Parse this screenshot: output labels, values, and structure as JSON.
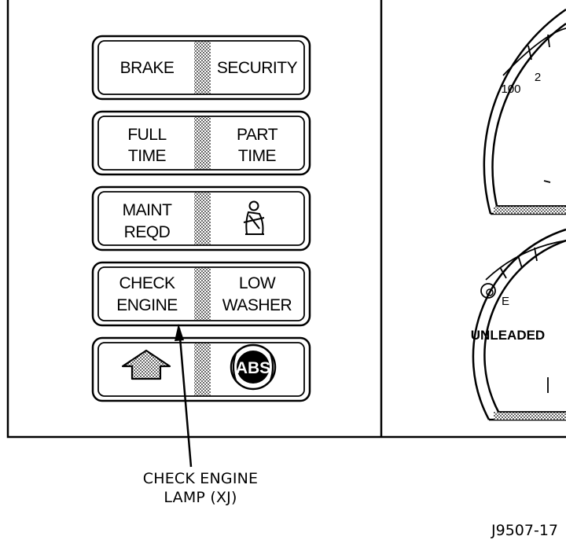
{
  "lamps": [
    {
      "left": [
        "BRAKE"
      ],
      "right": [
        "SECURITY"
      ],
      "right_icon": ""
    },
    {
      "left": [
        "FULL",
        "TIME"
      ],
      "right": [
        "PART",
        "TIME"
      ],
      "right_icon": ""
    },
    {
      "left": [
        "MAINT",
        "REQD"
      ],
      "right": [],
      "right_icon": "seat-belt-icon"
    },
    {
      "left": [
        "CHECK",
        "ENGINE"
      ],
      "right": [
        "LOW",
        "WASHER"
      ],
      "right_icon": ""
    },
    {
      "left": [],
      "left_icon": "upshift-arrow-icon",
      "right": [
        "ABS"
      ],
      "right_icon": "abs-circle-icon"
    }
  ],
  "speedometer": {
    "tick_labels": [
      "100",
      "2"
    ]
  },
  "fuel_gauge": {
    "empty_label": "E",
    "fuel_label": "UNLEADED"
  },
  "callout": {
    "line1": "CHECK ENGINE",
    "line2": "LAMP (XJ)"
  },
  "figure_id": "J9507-17",
  "colors": {
    "ink": "#000000",
    "stipple": "#999999",
    "background": "#ffffff"
  }
}
